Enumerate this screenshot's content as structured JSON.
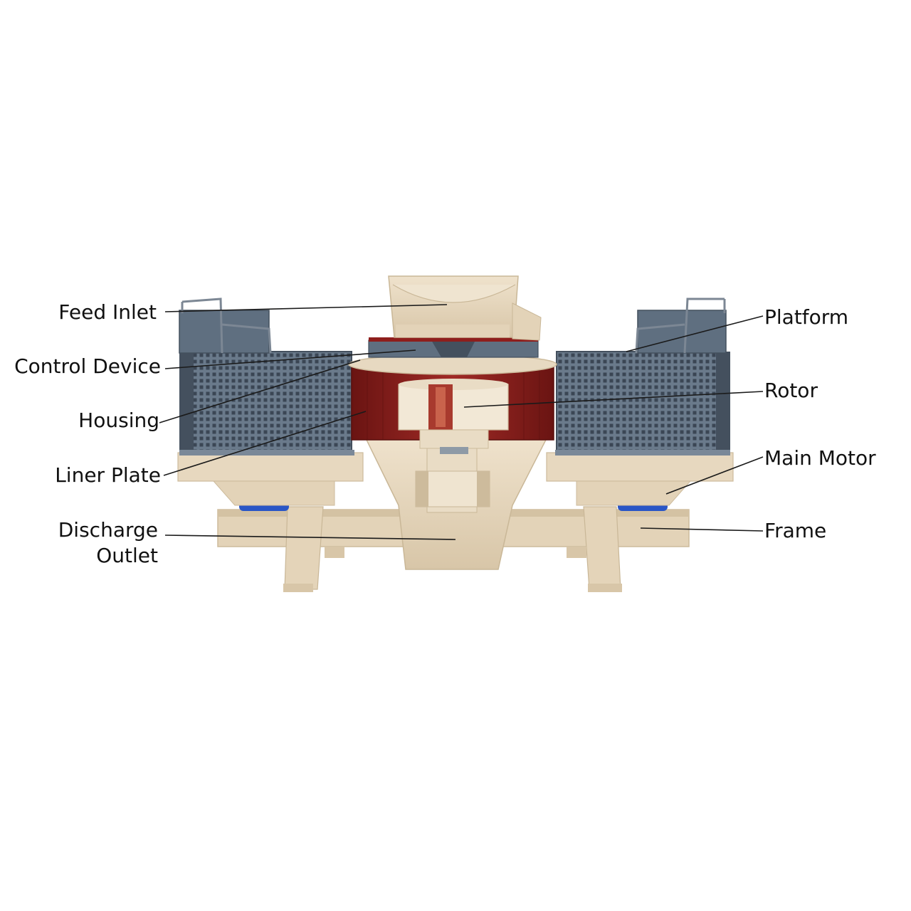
{
  "colors": {
    "body_tan": "#e6d6bc",
    "body_tan_dark": "#cdbb9c",
    "housing_red": "#8e1e1c",
    "housing_red_dark": "#6a1412",
    "steel_gray": "#5f6f80",
    "steel_gray_dark": "#44505e",
    "motor_blue": "#2a56c6",
    "label_text": "#111111"
  },
  "labels": {
    "feed_inlet": "Feed Inlet",
    "control_device": "Control Device",
    "housing": "Housing",
    "liner_plate": "Liner Plate",
    "discharge_outlet_1": "Discharge",
    "discharge_outlet_2": "Outlet",
    "platform": "Platform",
    "rotor": "Rotor",
    "main_motor": "Main Motor",
    "frame": "Frame"
  }
}
